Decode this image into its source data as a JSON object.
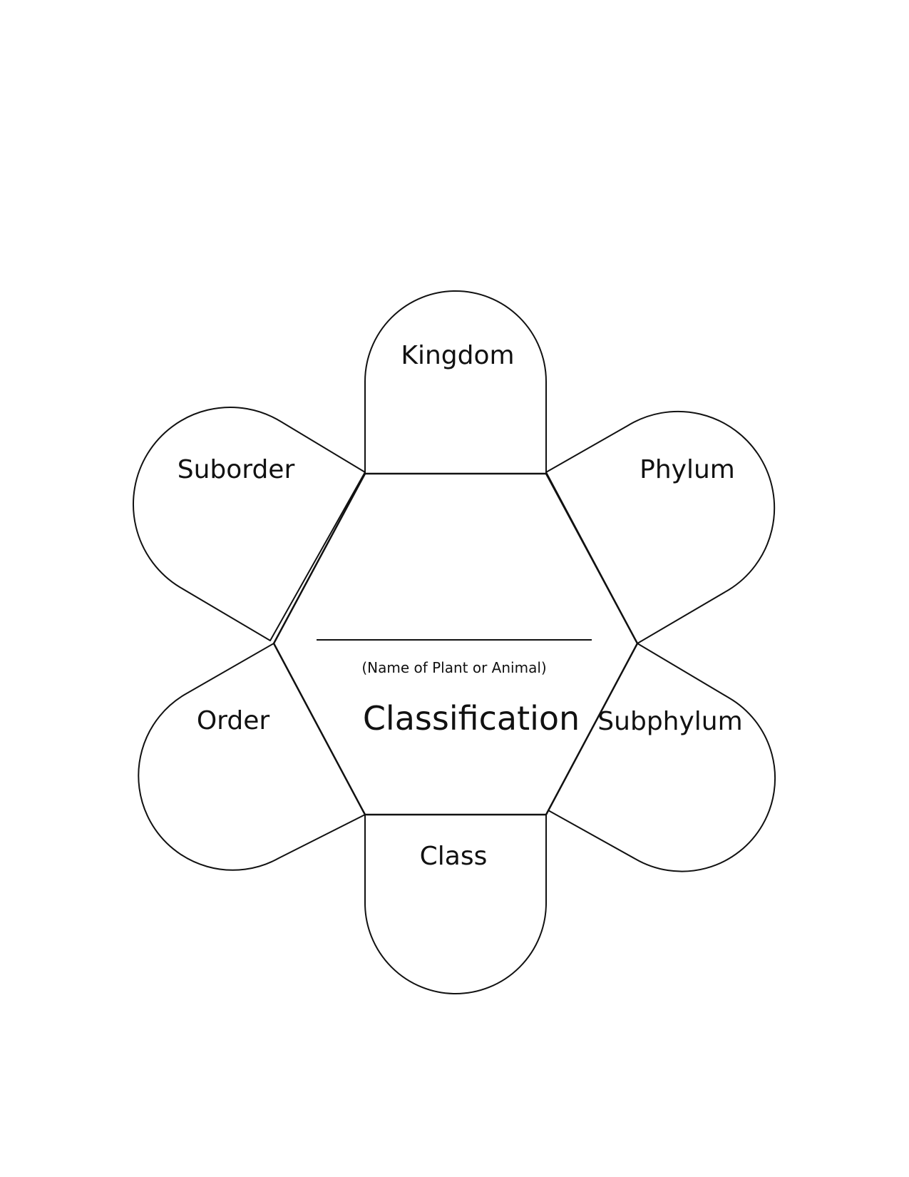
{
  "diagram": {
    "petals": {
      "kingdom": "Kingdom",
      "phylum": "Phylum",
      "subphylum": "Subphylum",
      "class": "Class",
      "order": "Order",
      "suborder": "Suborder"
    },
    "center": {
      "caption": "(Name of Plant or Animal)",
      "title": "Classification"
    }
  }
}
